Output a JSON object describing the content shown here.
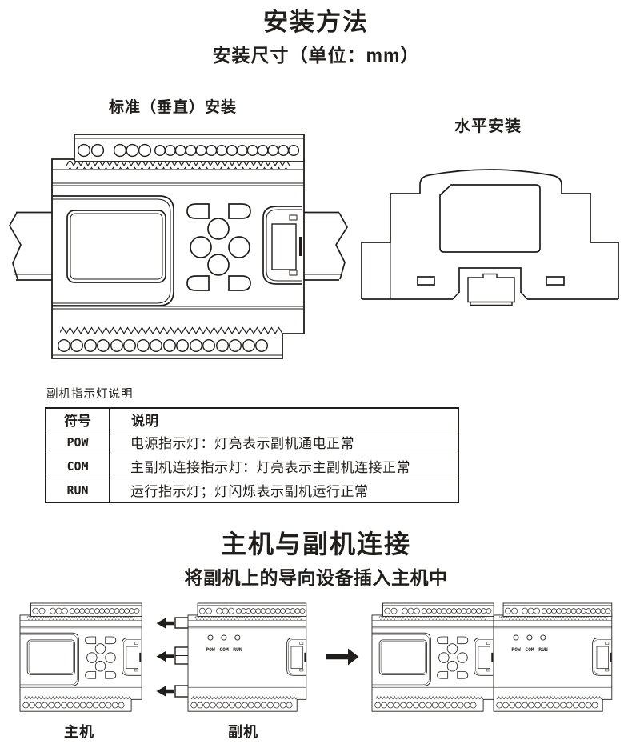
{
  "page": {
    "title": "安装方法",
    "subtitle": "安装尺寸（单位：mm）"
  },
  "diagram_labels": {
    "vertical": "标准（垂直）安装",
    "horizontal": "水平安装"
  },
  "led_table": {
    "caption": "副机指示灯说明",
    "columns": [
      "符号",
      "说明"
    ],
    "rows": [
      {
        "symbol": "POW",
        "description": "电源指示灯：灯亮表示副机通电正常"
      },
      {
        "symbol": "COM",
        "description": "主副机连接指示灯：灯亮表示主副机连接正常"
      },
      {
        "symbol": "RUN",
        "description": "运行指示灯；灯闪烁表示副机运行正常"
      }
    ]
  },
  "connection_section": {
    "title": "主机与副机连接",
    "subtitle": "将副机上的导向设备插入主机中"
  },
  "device_labels": {
    "master": "主机",
    "slave": "副机"
  },
  "led_labels": [
    "POW",
    "COM",
    "RUN"
  ],
  "icons": {
    "insert_arrow": "left-arrow",
    "merge_arrow": "right-arrow",
    "rail_break": "zigzag-break"
  },
  "colors": {
    "line": "#211d1a",
    "background": "#ffffff"
  }
}
